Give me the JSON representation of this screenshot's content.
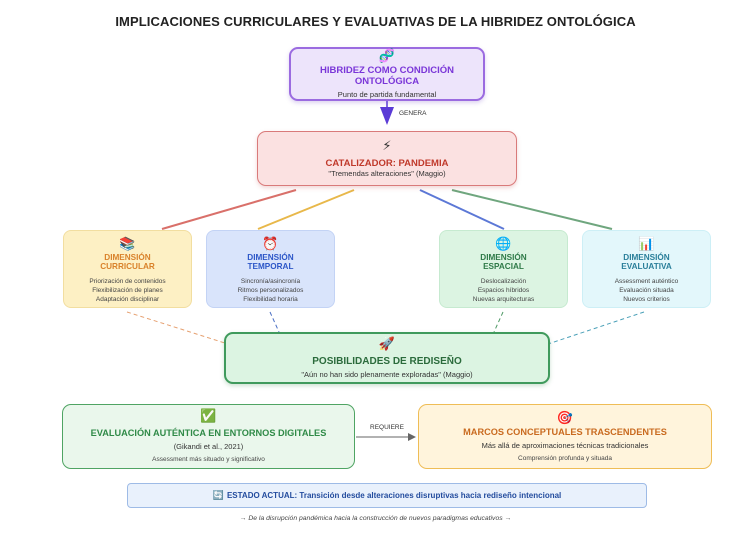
{
  "title": "IMPLICACIONES CURRICULARES Y EVALUATIVAS DE LA HIBRIDEZ ONTOLÓGICA",
  "root": {
    "icon": "🧬",
    "heading": "HIBRIDEZ COMO CONDICIÓN ONTOLÓGICA",
    "subtitle": "Punto de partida fundamental"
  },
  "arrow_label": "GENERA",
  "catalyst": {
    "icon": "⚡",
    "heading": "CATALIZADOR: PANDEMIA",
    "subtitle": "\"Tremendas alteraciones\" (Maggio)"
  },
  "dimensions": [
    {
      "icon": "📚",
      "heading_line1": "DIMENSIÓN",
      "heading_line2": "CURRICULAR",
      "items": [
        "Priorización de contenidos",
        "Flexibilización de planes",
        "Adaptación disciplinar"
      ]
    },
    {
      "icon": "⏰",
      "heading_line1": "DIMENSIÓN",
      "heading_line2": "TEMPORAL",
      "items": [
        "Sincronía/asincronía",
        "Ritmos personalizados",
        "Flexibilidad horaria"
      ]
    },
    {
      "icon": "🌐",
      "heading_line1": "DIMENSIÓN",
      "heading_line2": "ESPACIAL",
      "items": [
        "Deslocalización",
        "Espacios híbridos",
        "Nuevas arquitecturas"
      ]
    },
    {
      "icon": "📊",
      "heading_line1": "DIMENSIÓN",
      "heading_line2": "EVALUATIVA",
      "items": [
        "Assessment auténtico",
        "Evaluación situada",
        "Nuevos criterios"
      ]
    }
  ],
  "possibilities": {
    "icon": "🚀",
    "heading": "POSIBILIDADES DE REDISEÑO",
    "subtitle": "\"Aún no han sido plenamente exploradas\" (Maggio)"
  },
  "evaluation": {
    "icon": "✅",
    "heading": "EVALUACIÓN AUTÉNTICA EN ENTORNOS DIGITALES",
    "citation": "(Gikandi et al., 2021)",
    "note": "Assessment más situado y significativo"
  },
  "requires_label": "REQUIERE",
  "frameworks": {
    "icon": "🎯",
    "heading": "MARCOS CONCEPTUALES TRASCENDENTES",
    "subtitle": "Más allá de aproximaciones técnicas tradicionales",
    "note": "Comprensión profunda y situada"
  },
  "status": {
    "icon": "🔄",
    "text": "ESTADO ACTUAL: Transición desde alteraciones disruptivas hacia rediseño intencional"
  },
  "caption": "→ De la disrupción pandémica hacia la construcción de nuevos paradigmas educativos →",
  "colors": {
    "root_border": "#9b6be0",
    "catalyst_border": "#d97a7a",
    "line_curricular": "#d9706a",
    "line_temporal": "#e8b84a",
    "line_espacial": "#5c78d6",
    "line_evaluativa": "#6fa67e",
    "possibilities_border": "#3f9a5c",
    "arrow": "#5b3bd6"
  }
}
